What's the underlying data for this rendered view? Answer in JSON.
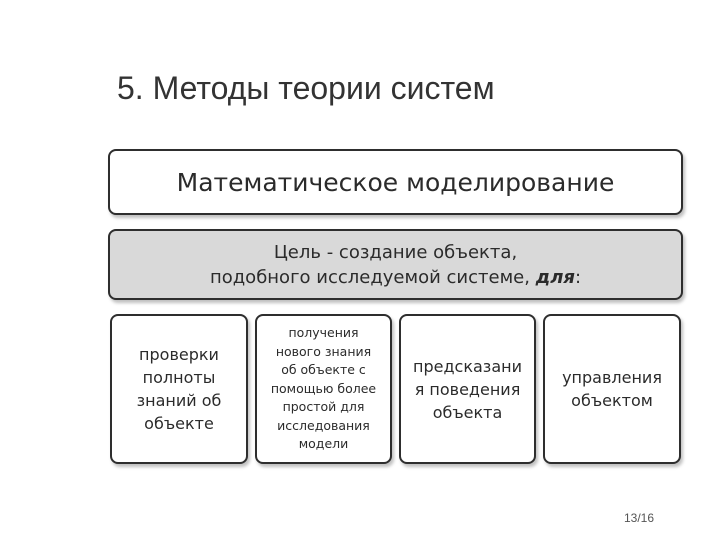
{
  "slide": {
    "title": "5. Методы теории систем",
    "page_number": "13/16"
  },
  "diagram": {
    "top_box": "Математическое моделирование",
    "goal_line1": "Цель - создание объекта,",
    "goal_line2": "подобного исследуемой системе, ",
    "goal_emph": "для",
    "goal_colon": ":",
    "purposes": [
      "проверки\nполноты\nзнаний об\nобъекте",
      "получения\nнового знания\nоб объекте с\nпомощью более\nпростой для\nисследования\nмодели",
      "предсказани\nя поведения\nобъекта",
      "управления\nобъектом"
    ]
  }
}
